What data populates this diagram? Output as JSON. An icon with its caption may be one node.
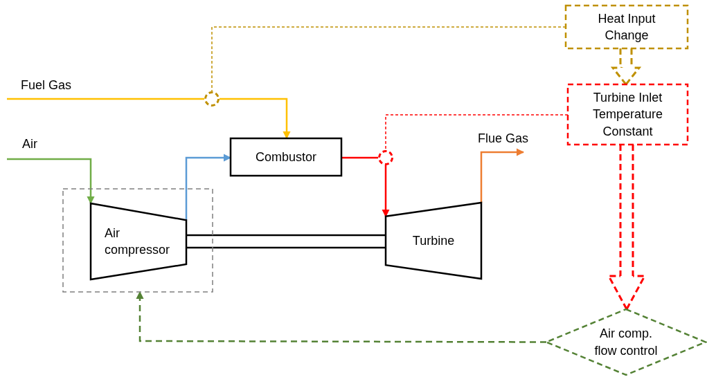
{
  "diagram": {
    "nodes": [
      {
        "text": [
          "Heat Input Change"
        ]
      },
      {
        "text": [
          "Turbine Inlet Temperature Constant"
        ]
      },
      {
        "text": [],
        "shape": "circle"
      },
      {
        "text": [
          "Combustor"
        ]
      },
      {
        "text": [],
        "shape": "circle"
      },
      {
        "text": [],
        "shape": "box"
      },
      {
        "text": [
          "Air compressor"
        ],
        "in": 5
      },
      {
        "text": [
          "Turbine"
        ]
      },
      {
        "text": [
          "Air comp. flow control"
        ]
      },
      {
        "text": [
          "Flue Gas"
        ]
      }
    ],
    "edges": [
      {
        "from": null,
        "to": 2,
        "arrow": "none",
        "color": "#ffc000"
      },
      {
        "from": 2,
        "to": 3,
        "arrow": "to",
        "color": "#ffc000"
      },
      {
        "from": null,
        "to": 6,
        "arrow": "to",
        "color": "#70ad47"
      },
      {
        "from": 6,
        "to": 3,
        "arrow": "to",
        "color": "#5b9bd5"
      },
      {
        "from": 3,
        "to": 4,
        "arrow": "none",
        "color": "#ff0000"
      },
      {
        "from": 4,
        "to": 7,
        "arrow": "to",
        "color": "#ff0000"
      },
      {
        "from": 7,
        "to": 9,
        "arrow": "to",
        "color": "#ed7d31"
      },
      {
        "from": 0,
        "to": 2,
        "arrow": "none",
        "style": "dashed",
        "color": "#bf9000"
      },
      {
        "from": 0,
        "to": 1,
        "arrow": "to",
        "style": "dashed",
        "color": "#bf9000"
      },
      {
        "from": 1,
        "to": 4,
        "arrow": "none",
        "style": "dashed",
        "color": "#ff0000"
      },
      {
        "from": 1,
        "to": 8,
        "arrow": "to",
        "style": "dashed",
        "color": "#ff0000"
      },
      {
        "from": 8,
        "to": 5,
        "arrow": "to",
        "style": "dashed",
        "color": "#548235"
      },
      {
        "from": 6,
        "to": 7,
        "arrow": "none",
        "color": "#000000"
      }
    ],
    "labels": [
      "Fuel Gas",
      "Air"
    ]
  }
}
